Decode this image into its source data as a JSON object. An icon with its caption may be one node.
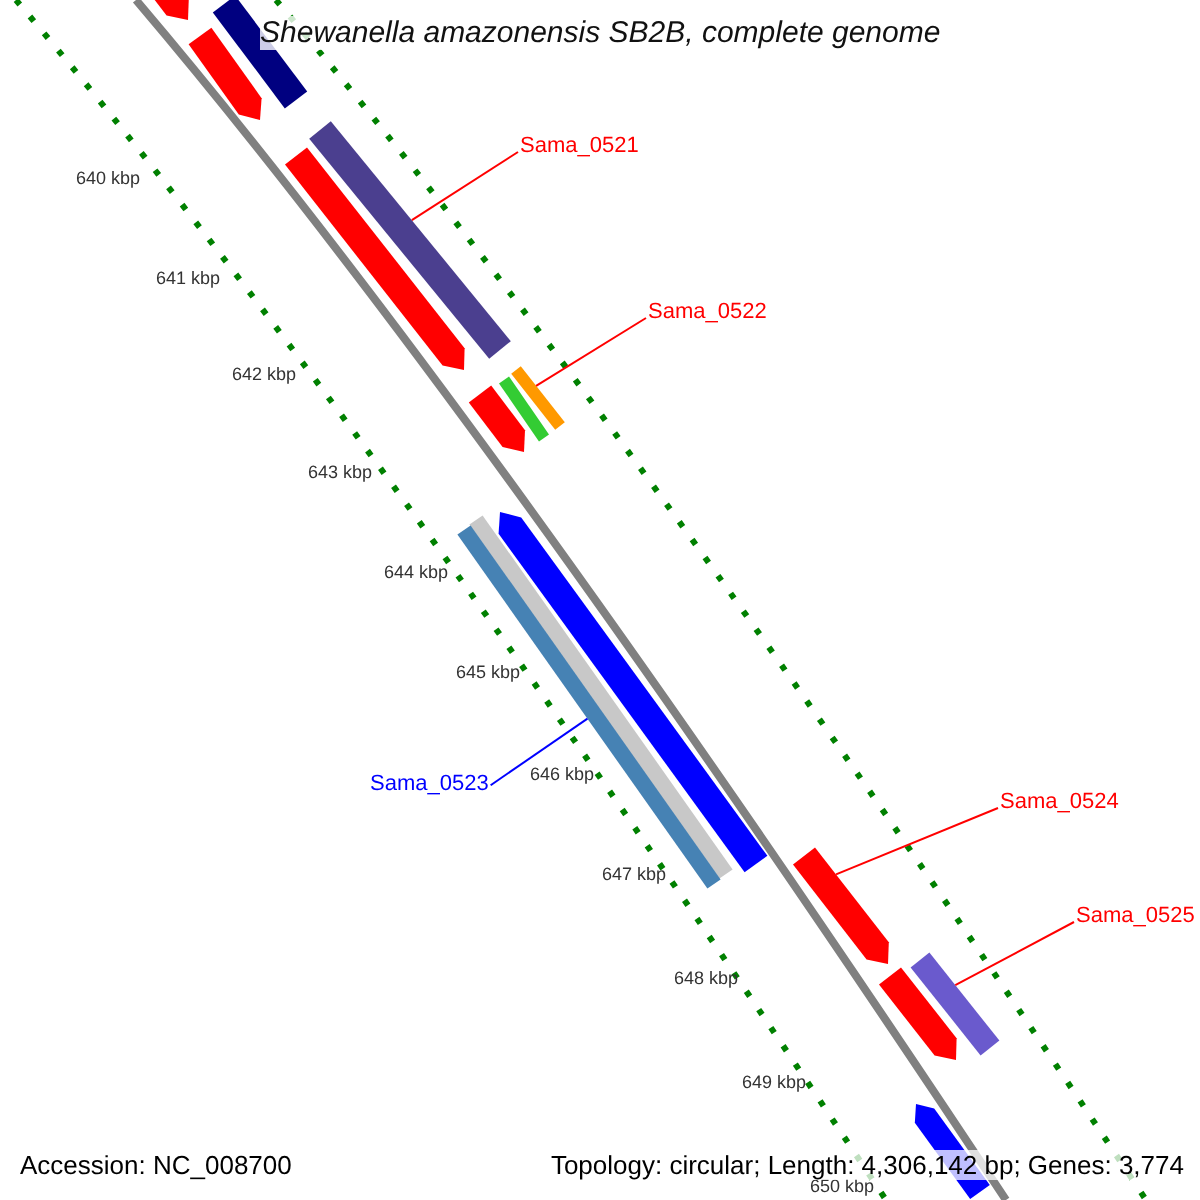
{
  "diagram": {
    "title": "Shewanella amazonensis SB2B, complete genome",
    "nodes": [
      {
        "text": [
          "Sama_0521"
        ]
      },
      {
        "text": [
          "Sama_0522"
        ]
      },
      {
        "text": [
          "Sama_0523"
        ]
      },
      {
        "text": [
          "Sama_0524"
        ]
      },
      {
        "text": [
          "Sama_0525"
        ]
      },
      {
        "text": [],
        "shape": "bar"
      },
      {
        "text": [],
        "shape": "bar"
      },
      {
        "text": [],
        "shape": "bar"
      },
      {
        "text": [],
        "shape": "bar"
      },
      {
        "text": [],
        "shape": "bar"
      },
      {
        "text": [],
        "shape": "bar"
      },
      {
        "text": [],
        "shape": "bar"
      },
      {
        "text": [],
        "shape": "bar"
      },
      {
        "text": [],
        "shape": "bar"
      },
      {
        "text": [],
        "shape": "bar"
      },
      {
        "text": [],
        "shape": "bar"
      },
      {
        "text": [],
        "shape": "bar"
      },
      {
        "text": [],
        "shape": "bar"
      },
      {
        "text": [],
        "shape": "bar"
      },
      {
        "text": [],
        "shape": "bar"
      }
    ],
    "edges": [
      {
        "from": 0,
        "to": 8,
        "arrow": "none"
      },
      {
        "from": 1,
        "to": 10,
        "arrow": "none"
      },
      {
        "from": 2,
        "to": 15,
        "arrow": "none",
        "color": "#0000ff"
      },
      {
        "from": 3,
        "to": 16,
        "arrow": "none"
      },
      {
        "from": 4,
        "to": 17,
        "arrow": "none"
      }
    ],
    "labels": [
      "640 kbp",
      "641 kbp",
      "642 kbp",
      "643 kbp",
      "644 kbp",
      "645 kbp",
      "646 kbp",
      "647 kbp",
      "648 kbp",
      "649 kbp",
      "650 kbp",
      "Accession: NC_008700",
      "Topology: circular; Length: 4,306,142 bp; Genes: 3,774"
    ]
  }
}
